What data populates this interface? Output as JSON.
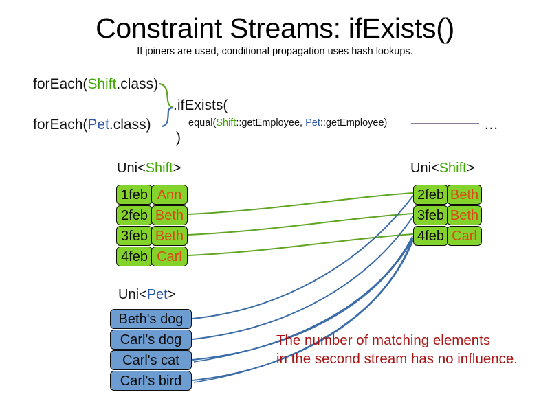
{
  "header": {
    "title": "Constraint Streams: ifExists()",
    "subtitle": "If joiners are used, conditional propagation uses hash lookups."
  },
  "code": {
    "foreach_shift_prefix": "forEach(",
    "foreach_shift_class": "Shift",
    "foreach_shift_suffix": ".class)",
    "foreach_pet_prefix": "forEach(",
    "foreach_pet_class": "Pet",
    "foreach_pet_suffix": ".class)",
    "if_exists": ".ifExists(",
    "equal_prefix": "equal(",
    "equal_shift": "Shift",
    "equal_mid": "::getEmployee, ",
    "equal_pet": "Pet",
    "equal_suffix": "::getEmployee)",
    "close_paren": ")",
    "ellipsis": "…"
  },
  "streams": {
    "shift_left": {
      "label_prefix": "Uni<",
      "label_type": "Shift",
      "label_suffix": ">",
      "rows": [
        {
          "key": "1feb",
          "value": "Ann"
        },
        {
          "key": "2feb",
          "value": "Beth"
        },
        {
          "key": "3feb",
          "value": "Beth"
        },
        {
          "key": "4feb",
          "value": "Carl"
        }
      ]
    },
    "shift_right": {
      "label_prefix": "Uni<",
      "label_type": "Shift",
      "label_suffix": ">",
      "rows": [
        {
          "key": "2feb",
          "value": "Beth"
        },
        {
          "key": "3feb",
          "value": "Beth"
        },
        {
          "key": "4feb",
          "value": "Carl"
        }
      ]
    },
    "pet": {
      "label_prefix": "Uni<",
      "label_type": "Pet",
      "label_suffix": ">",
      "rows": [
        {
          "value": "Beth's dog"
        },
        {
          "value": "Carl's dog"
        },
        {
          "value": "Carl's cat"
        },
        {
          "value": "Carl's bird"
        }
      ]
    }
  },
  "annotation": {
    "line1": "The number of matching elements",
    "line2": "in the second stream has no influence."
  },
  "colors": {
    "shift_green": "#84D32C",
    "pet_blue": "#6D9CD1",
    "shift_class_text": "#3FA800",
    "pet_class_text": "#2B57A6",
    "value_text": "#D94A16",
    "annotation_red": "#A81515",
    "wire_green": "#5FA521",
    "wire_blue": "#3A6CA8",
    "joiner_line": "#7A6A8A"
  }
}
